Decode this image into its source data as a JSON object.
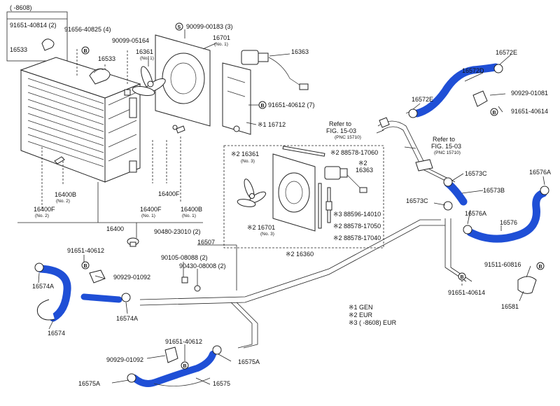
{
  "box_top_left": {
    "range": "(      -8608)",
    "p1": "91651-40814 (2)",
    "p2": "16533"
  },
  "labels": {
    "l_91656_40825": "91656-40825 (4)",
    "l_16533": "16533",
    "l_90099_05164": "90099-05164",
    "l_16361": "16361",
    "l_16361_sub": "(No. 1)",
    "l_90099_00183": "90099-00183 (3)",
    "l_16701": "16701",
    "l_16701_sub": "(No. 1)",
    "l_16363": "16363",
    "l_91651_40612_7": "91651-40612 (7)",
    "l_16712": "※1 16712",
    "l_16400b": "16400B",
    "l_16400b_sub": "(No. 2)",
    "l_16400f_a": "16400F",
    "l_16400f_a_sub": "(No. 2)",
    "l_16400f_b": "16400F",
    "l_16400f_c": "16400F",
    "l_16400f_c_sub": "(No. 1)",
    "l_16400b_2": "16400B",
    "l_16400b_2_sub": "(No. 1)",
    "l_16400": "16400",
    "l_90480": "90480-23010 (2)",
    "l_inset_16361": "※2 16361",
    "l_inset_16361_sub": "(No. 3)",
    "l_inset_88578_17060": "※2 88578-17060",
    "l_inset_16363": "※2",
    "l_inset_16363_b": "16363",
    "l_inset_88596": "※3 88596-14010",
    "l_inset_88578_17050": "※2 88578-17050",
    "l_inset_16701": "※2 16701",
    "l_inset_16701_sub": "(No. 3)",
    "l_inset_88578_17040": "※2 88578-17040",
    "l_16360": "※2 16360",
    "l_16572e_top": "16572E",
    "l_16572d": "16572D",
    "l_16572e": "16572E",
    "l_90929_01081": "90929-01081",
    "l_91651_40614_top": "91651-40614",
    "l_refer1": "Refer to",
    "l_refer1_fig": "FIG. 15-03",
    "l_refer1_pnc": "(PNC 15710)",
    "l_refer2": "Refer to",
    "l_refer2_fig": "FIG. 15-03",
    "l_refer2_pnc": "(PNC 15710)",
    "l_16573c_a": "16573C",
    "l_16573b": "16573B",
    "l_16573c_b": "16573C",
    "l_16576a_a": "16576A",
    "l_16576a_b": "16576A",
    "l_16576": "16576",
    "l_91511": "91511-60816",
    "l_91651_40614_mid": "91651-40614",
    "l_16581": "16581",
    "l_16507": "16507",
    "l_90105": "90105-08088 (2)",
    "l_90430": "90430-08008 (2)",
    "l_91651_40612_left": "91651-40612",
    "l_90929_01092_left": "90929-01092",
    "l_16574a_a": "16574A",
    "l_16574a_b": "16574A",
    "l_16574": "16574",
    "l_91651_40612_bot": "91651-40612",
    "l_90929_01092_bot": "90929-01092",
    "l_16575a_a": "16575A",
    "l_16575a_b": "16575A",
    "l_16575": "16575"
  },
  "legend": {
    "gen": "※1 GEN",
    "eur": "※2 EUR",
    "range": "※3 (        -8608) EUR"
  },
  "markers": {
    "B": "B",
    "S": "S"
  },
  "colors": {
    "hose": "#1f4fd6",
    "line": "#222222"
  }
}
